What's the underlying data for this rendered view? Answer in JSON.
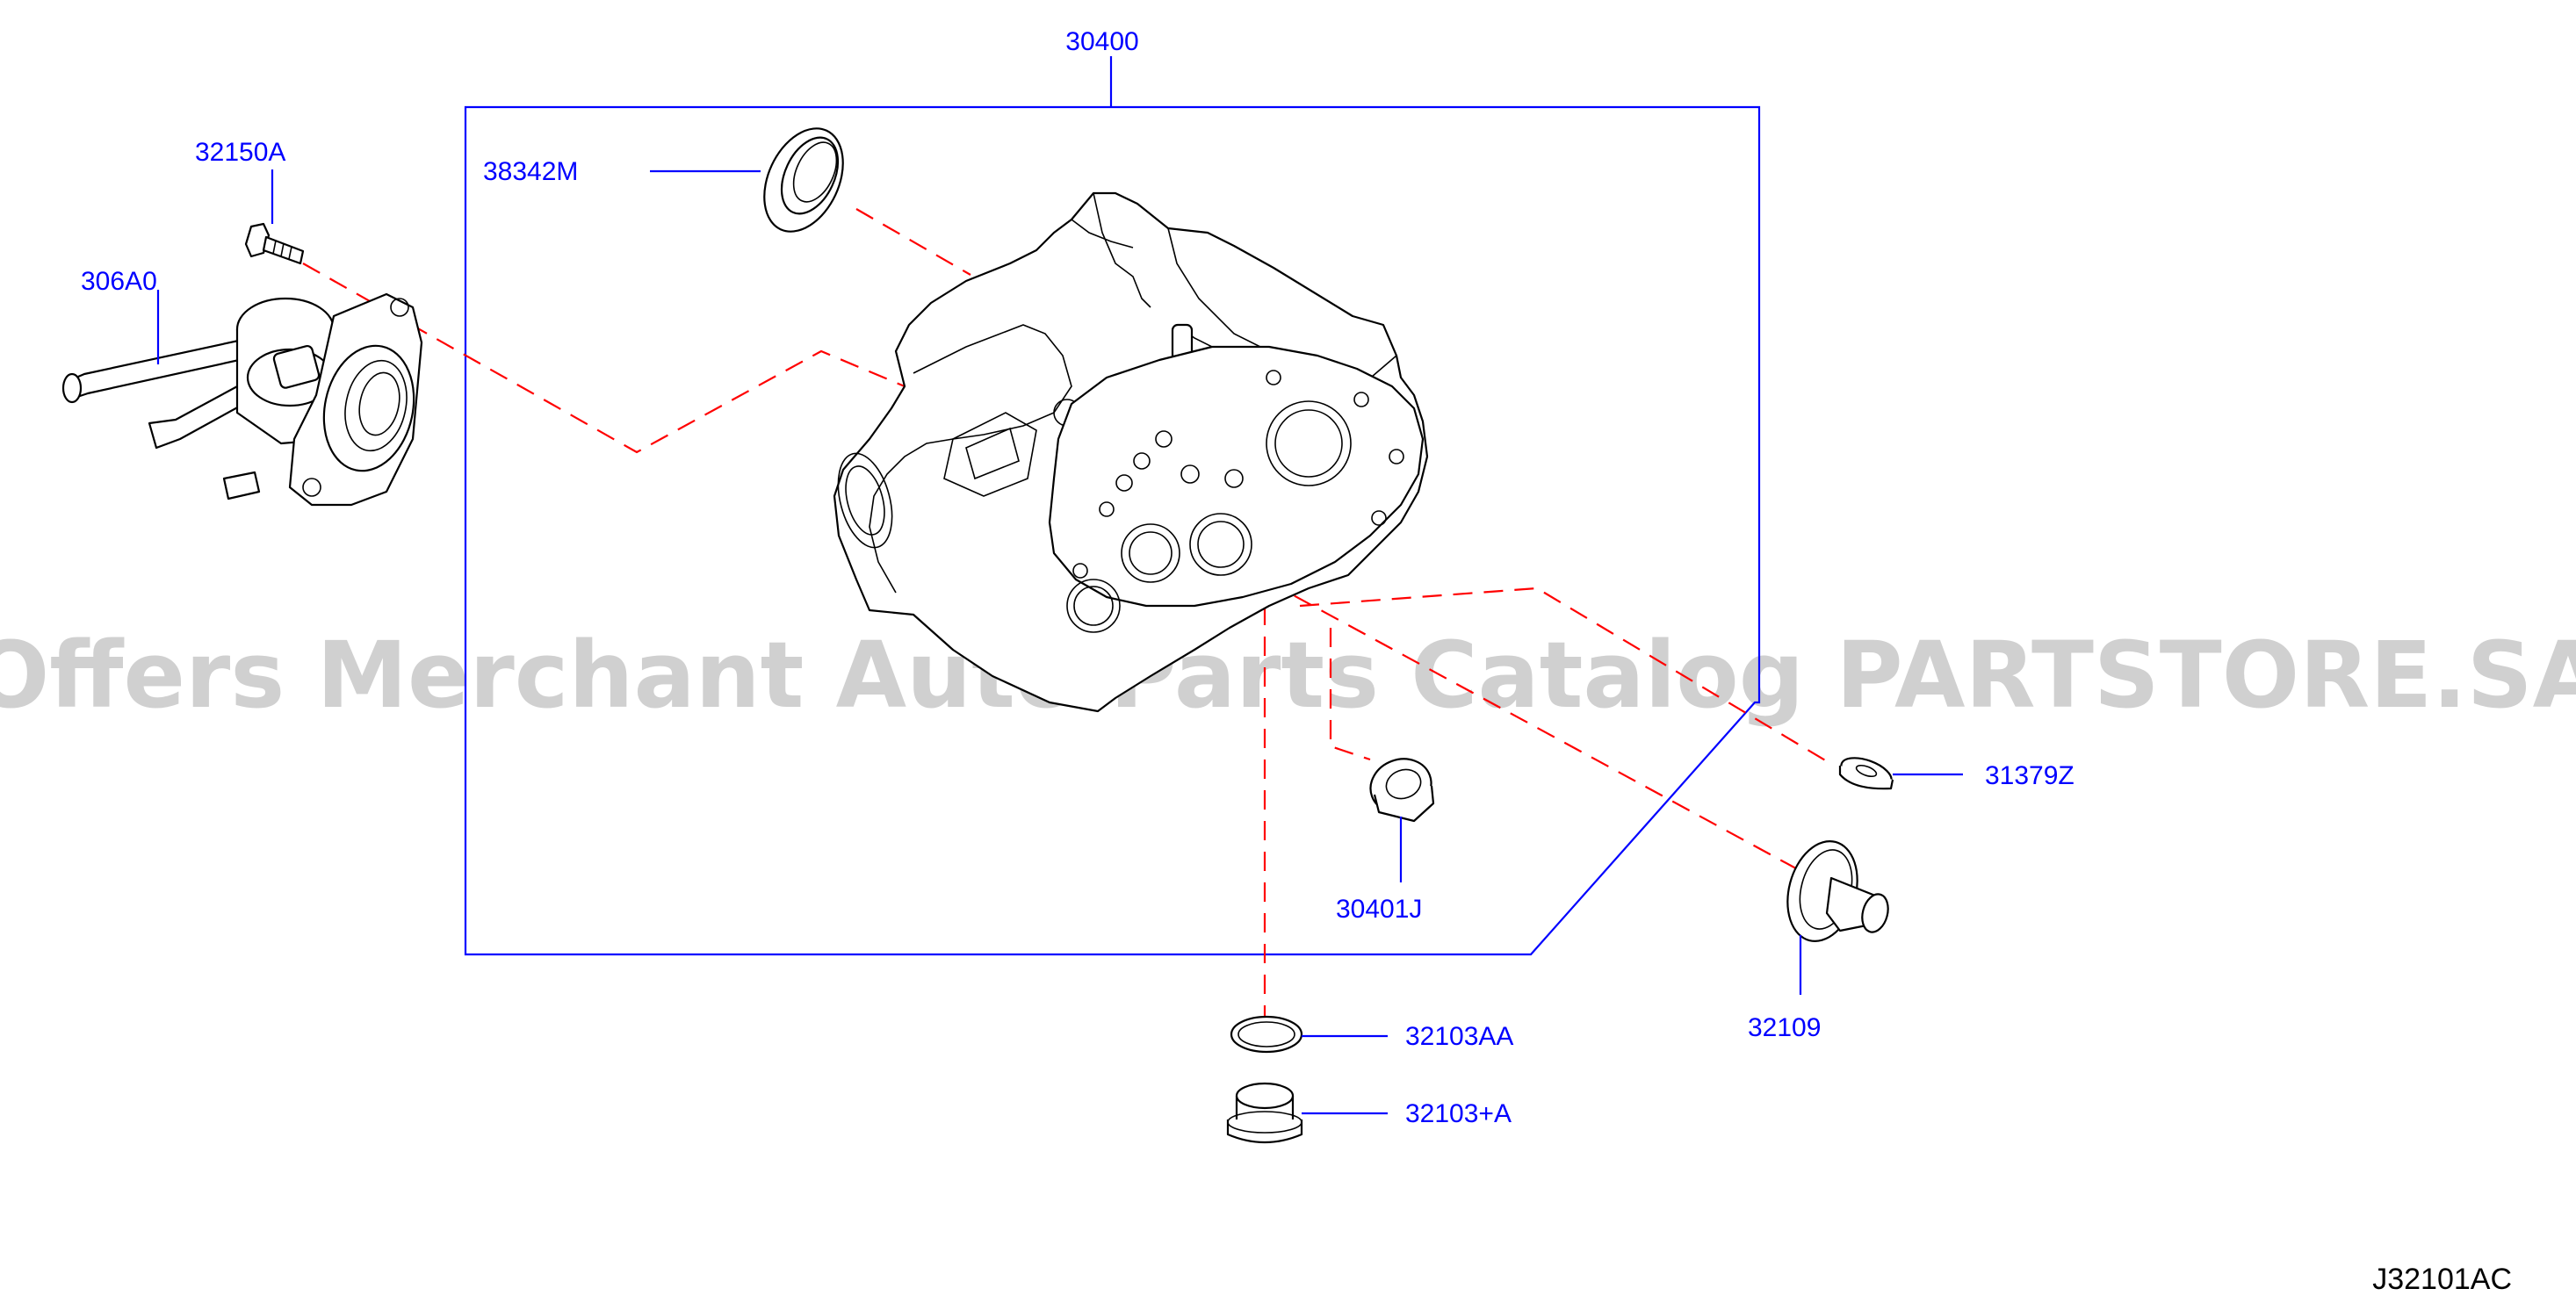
{
  "diagram": {
    "code": "J32101AC",
    "watermark": "Offers Merchant Auto Parts Catalog PARTSTORE.SA",
    "colors": {
      "label": "#0000ff",
      "leader": "#0000ff",
      "dashed_line": "#ff0000",
      "part_outline": "#000000",
      "watermark": "#c8c8c8"
    },
    "parts": {
      "p30400": "30400",
      "p38342M": "38342M",
      "p32150A": "32150A",
      "p306A0": "306A0",
      "p31379Z": "31379Z",
      "p30401J": "30401J",
      "p32109": "32109",
      "p32103AA": "32103AA",
      "p32103A": "32103+A"
    }
  }
}
